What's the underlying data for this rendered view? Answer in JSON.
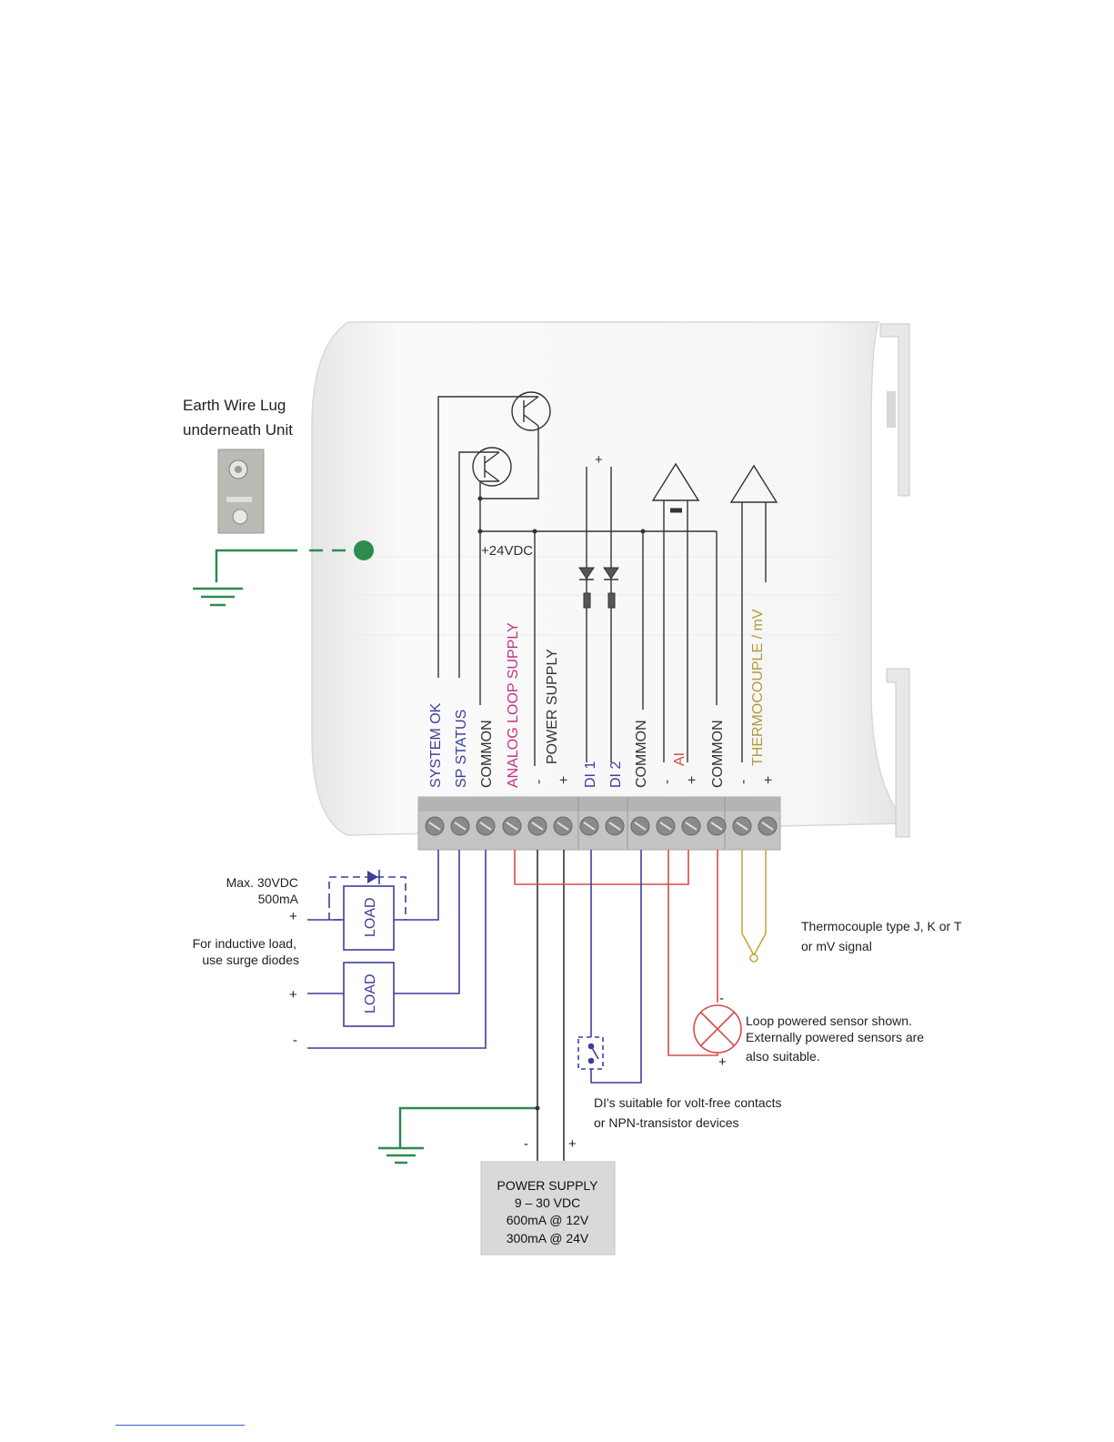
{
  "colors": {
    "black": "#333333",
    "blue": "#3c3f9a",
    "red": "#d84a4a",
    "green": "#2e8b4e",
    "yellow": "#c9a640",
    "magenta": "#c2337a",
    "olive": "#b29a3a",
    "terminal": "#c8c8c8",
    "housing": "#f5f5f5"
  },
  "earth": {
    "title_line1": "Earth Wire Lug",
    "title_line2": "underneath Unit"
  },
  "terminals": [
    {
      "label": "SYSTEM OK",
      "tone": "blue"
    },
    {
      "label": "SP STATUS",
      "tone": "blue"
    },
    {
      "label": "COMMON",
      "tone": "black"
    },
    {
      "label": "ANALOG LOOP SUPPLY",
      "tone": "magenta"
    },
    {
      "label": "-",
      "tone": "black"
    },
    {
      "label": "+",
      "tone": "black"
    },
    {
      "label": "DI 1",
      "tone": "blue"
    },
    {
      "label": "DI 2",
      "tone": "blue"
    },
    {
      "label": "COMMON",
      "tone": "black"
    },
    {
      "label": "-",
      "tone": "black"
    },
    {
      "label": "+",
      "tone": "black"
    },
    {
      "label": "COMMON",
      "tone": "black"
    },
    {
      "label": "-",
      "tone": "black"
    },
    {
      "label": "+",
      "tone": "black"
    }
  ],
  "group_labels": {
    "power_supply": "POWER SUPPLY",
    "ai": "AI",
    "thermocouple": "THERMOCOUPLE / mV",
    "plus24": "+24VDC",
    "di_plus": "+"
  },
  "load": {
    "max_line1": "Max. 30VDC",
    "max_line2": "500mA",
    "plus": "+",
    "inductive_line1": "For inductive load,",
    "inductive_line2": "use surge diodes",
    "load_label": "LOAD",
    "plus2": "+",
    "minus": "-"
  },
  "thermocouple_note": {
    "line1": "Thermocouple type J, K or T",
    "line2": "or mV signal"
  },
  "sensor_note": {
    "line1": "Loop powered sensor shown.",
    "line2": "Externally powered sensors are",
    "line3": "also suitable.",
    "minus": "-",
    "plus": "+"
  },
  "di_note": {
    "line1": "DI's suitable for volt-free contacts",
    "line2": "or NPN-transistor devices"
  },
  "power_supply": {
    "minus": "-",
    "plus": "+",
    "line1": "POWER SUPPLY",
    "line2": "9 – 30 VDC",
    "line3": "600mA @ 12V",
    "line4": "300mA @ 24V"
  }
}
